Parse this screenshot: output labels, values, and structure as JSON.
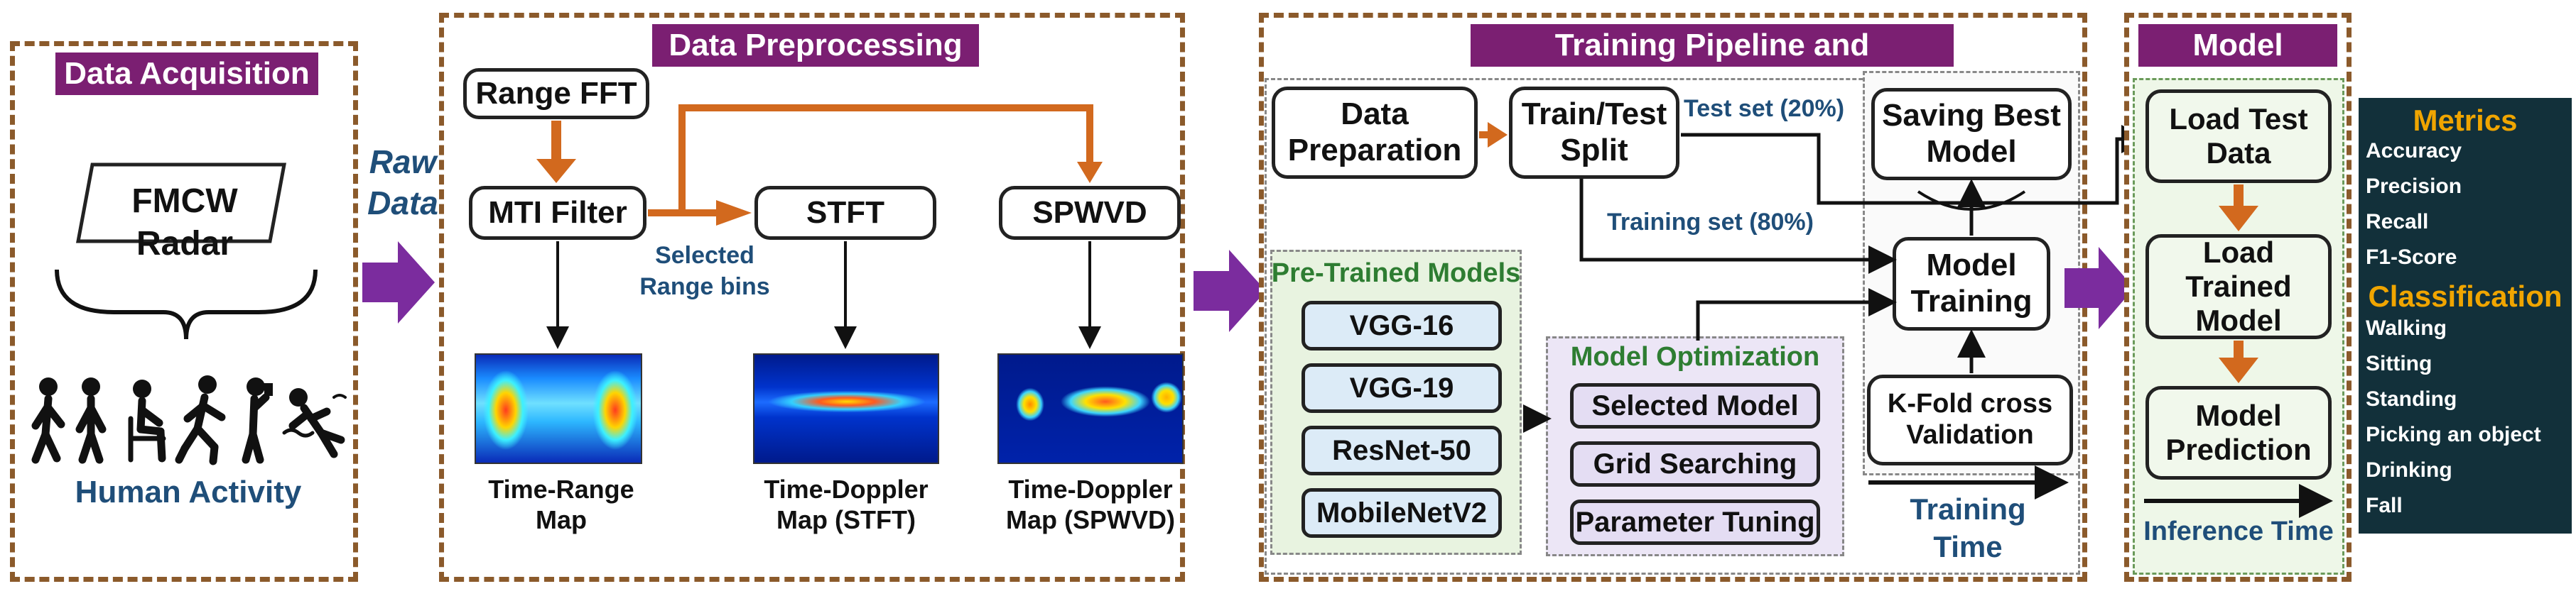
{
  "acquisition": {
    "title": "Data Acquisition",
    "radar": "FMCW Radar",
    "activity_label": "Human Activity",
    "raw_data": "Raw\nData"
  },
  "preprocessing": {
    "title": "Data Preprocessing",
    "range_fft": "Range FFT",
    "mti_filter": "MTI Filter",
    "stft": "STFT",
    "spwvd": "SPWVD",
    "selected_bins": "Selected\nRange bins",
    "map1": "Time-Range\nMap",
    "map2": "Time-Doppler\nMap (STFT)",
    "map3": "Time-Doppler\nMap (SPWVD)"
  },
  "training": {
    "title": "Training Pipeline and Optimization",
    "data_prep": "Data\nPreparation",
    "split": "Train/Test\nSplit",
    "test_set": "Test set (20%)",
    "training_set": "Training set (80%)",
    "saving": "Saving Best\nModel",
    "model_training": "Model\nTraining",
    "kfold": "K-Fold cross\nValidation",
    "training_time": "Training\nTime",
    "pretrained_title": "Pre-Trained Models",
    "pretrained": [
      "VGG-16",
      "VGG-19",
      "ResNet-50",
      "MobileNetV2"
    ],
    "optim_title": "Model Optimization",
    "optim": [
      "Selected Model",
      "Grid Searching",
      "Parameter Tuning"
    ]
  },
  "testing": {
    "title": "Model Testing",
    "load_test": "Load Test\nData",
    "load_model": "Load Trained\nModel",
    "prediction": "Model\nPrediction",
    "inference_time": "Inference Time"
  },
  "metrics": {
    "title": "Metrics",
    "items": [
      "Accuracy",
      "Precision",
      "Recall",
      "F1-Score"
    ],
    "class_title": "Classification",
    "classes": [
      "Walking",
      "Sitting",
      "Standing",
      "Picking an object",
      "Drinking",
      "Fall"
    ]
  },
  "colors": {
    "section_border": "#8B5A2B",
    "title_bg": "#7B1F72",
    "arrow_orange": "#D2691E",
    "big_arrow": "#7B2C9E",
    "panel_bg": "#12303A",
    "metric_title": "#F0A500"
  }
}
